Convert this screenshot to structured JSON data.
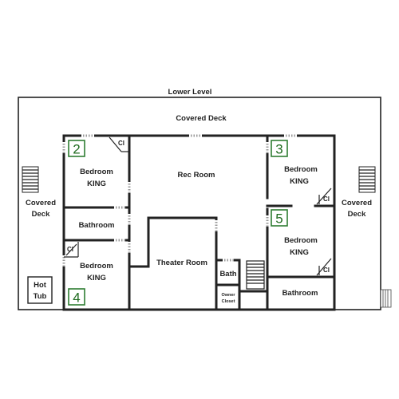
{
  "title": "Lower Level",
  "rooms": {
    "covered_deck_top": "Covered Deck",
    "covered_deck_left_1": "Covered",
    "covered_deck_left_2": "Deck",
    "covered_deck_right_1": "Covered",
    "covered_deck_right_2": "Deck",
    "bedroom2_name": "Bedroom",
    "bedroom2_bed": "KING",
    "bedroom3_name": "Bedroom",
    "bedroom3_bed": "KING",
    "bedroom4_name": "Bedroom",
    "bedroom4_bed": "KING",
    "bedroom5_name": "Bedroom",
    "bedroom5_bed": "KING",
    "rec_room": "Rec Room",
    "theater_room": "Theater Room",
    "bathroom_left": "Bathroom",
    "bathroom_right": "Bathroom",
    "bath_small": "Bath",
    "owner_closet_1": "Owner",
    "owner_closet_2": "Closet",
    "hot_tub_1": "Hot",
    "hot_tub_2": "Tub",
    "closet_2": "Cl",
    "closet_3": "Cl",
    "closet_4": "Cl",
    "closet_5": "Cl"
  },
  "badges": {
    "b2": "2",
    "b3": "3",
    "b4": "4",
    "b5": "5"
  },
  "colors": {
    "badge": "#2e7d32",
    "wall": "#222222"
  }
}
